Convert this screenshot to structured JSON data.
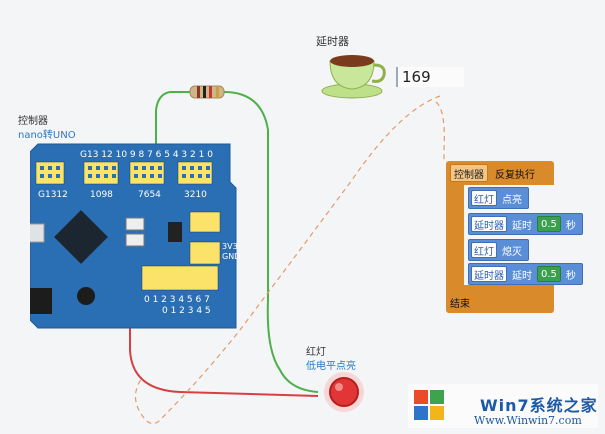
{
  "controller": {
    "title": "控制器",
    "subtitle": "nano转UNO",
    "pin_labels_top": "G13 12 10 9 8  7 6 5 4 3 2 1 0",
    "pin_labels_mid1": "G1312",
    "pin_labels_mid2": "1098",
    "pin_labels_mid3": "7654",
    "pin_labels_mid4": "3210",
    "power_3v3": "3V3",
    "power_gnd": "GND",
    "analog_top": "0 1 2 3 4 5 6 7",
    "analog_bottom": "0 1 2 3 4 5"
  },
  "timer": {
    "title": "延时器",
    "value": "169"
  },
  "program": {
    "header_chip": "控制器",
    "header_text": "反复执行",
    "rows": [
      {
        "chip": "红灯",
        "text": "点亮"
      },
      {
        "chip": "延时器",
        "text": "延时",
        "value": "0.5",
        "unit": "秒"
      },
      {
        "chip": "红灯",
        "text": "熄灭"
      },
      {
        "chip": "延时器",
        "text": "延时",
        "value": "0.5",
        "unit": "秒"
      }
    ],
    "footer": "结束"
  },
  "led": {
    "title": "红灯",
    "subtitle": "低电平点亮"
  },
  "watermark": {
    "title": "Win7系统之家",
    "url": "Www.Winwin7.com"
  },
  "colors": {
    "board": "#2a6fb3",
    "block_orange": "#d98a2a",
    "block_blue": "#5a8fd8",
    "value_green": "#3aa050",
    "wire_green": "#4fb04a",
    "wire_red": "#d64040",
    "flow_dash": "#e59a6a",
    "led_red": "#e23636"
  }
}
